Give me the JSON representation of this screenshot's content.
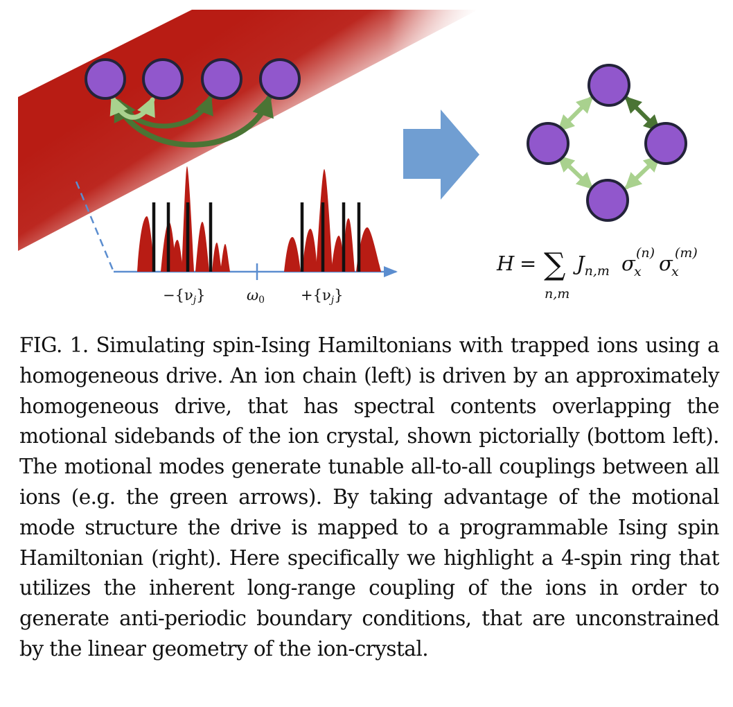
{
  "figure": {
    "spectrum_labels": {
      "minus_nu": "−{ν",
      "minus_nu_sub": "j",
      "minus_nu_close": "}",
      "omega": "ω",
      "omega_sub": "0",
      "plus_nu": "+{ν",
      "plus_nu_sub": "j",
      "plus_nu_close": "}"
    },
    "equation": {
      "lhs": "H",
      "eq": "=",
      "sum": "∑",
      "sum_sub": "n,m",
      "J": "J",
      "J_sub": "n,m",
      "sigma": "σ",
      "x": "x",
      "sup_n": "(n)",
      "sup_m": "(m)"
    },
    "colors": {
      "drive_red": "#b81c14",
      "ion_purple": "#9157cc",
      "ion_outline": "#23233a",
      "arrow_light_green": "#a9d18e",
      "arrow_dark_green": "#4a7434",
      "big_arrow_blue": "#6899d0",
      "axis_blue": "#5b8dcf"
    }
  },
  "caption": {
    "label": "FIG. 1.",
    "text": "Simulating spin-Ising Hamiltonians with trapped ions using a homogeneous drive. An ion chain (left) is driven by an approximately homogeneous drive, that has spectral con­tents overlapping the motional sidebands of the ion crystal, shown pictorially (bottom left). The motional modes gen­erate tunable all-to-all couplings between all ions (e.g. the green arrows). By taking advantage of the motional mode structure the drive is mapped to a programmable Ising spin Hamiltonian (right). Here specifically we highlight a 4-spin ring that utilizes the inherent long-range coupling of the ions in order to generate anti-periodic boundary conditions, that are unconstrained by the linear geometry of the ion-crystal."
  }
}
